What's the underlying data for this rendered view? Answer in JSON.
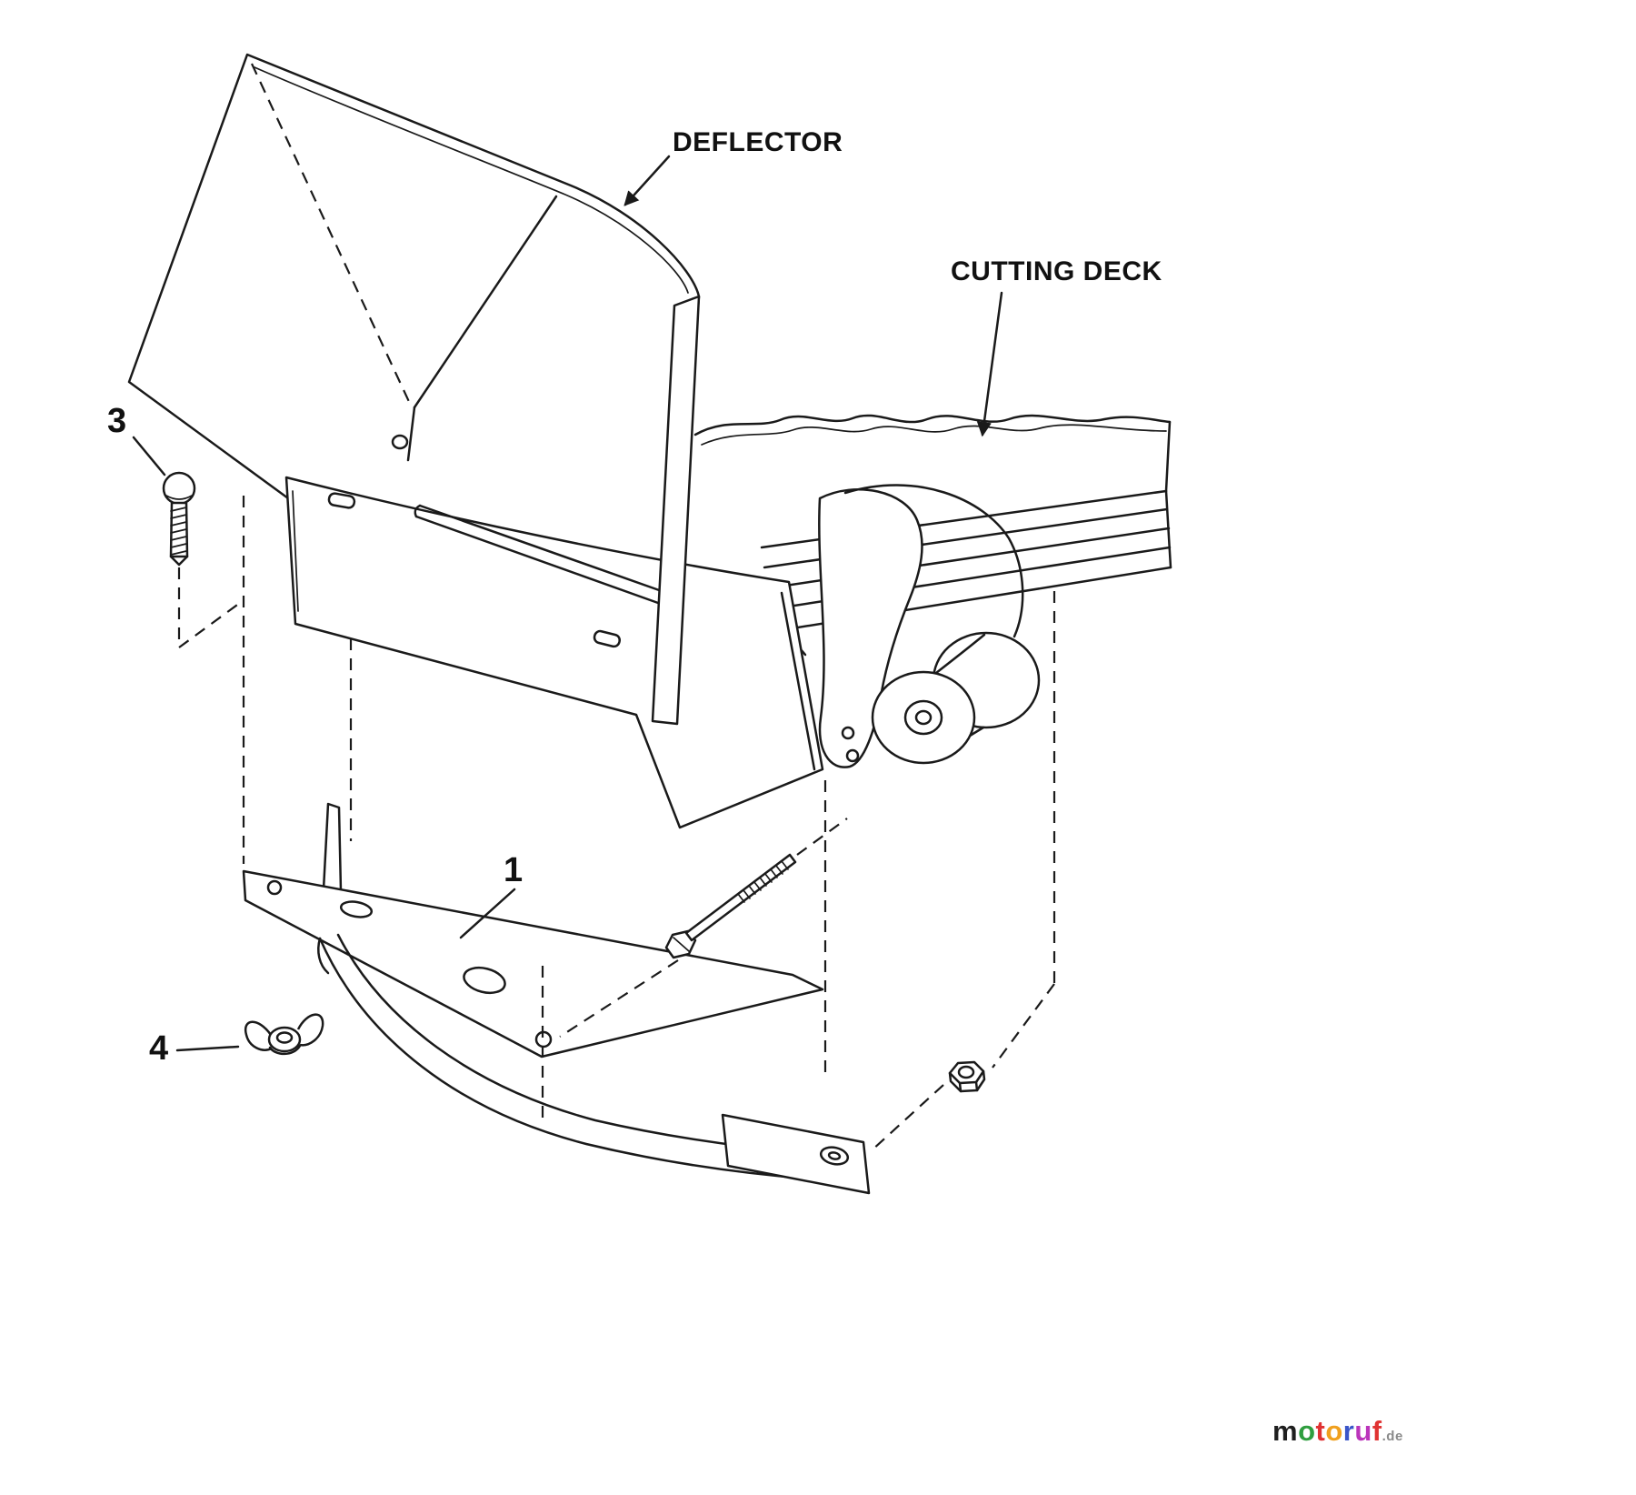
{
  "diagram": {
    "type": "exploded-parts-diagram",
    "labels": {
      "deflector": "DEFLECTOR",
      "cutting_deck": "CUTTING DECK"
    },
    "part_numbers": {
      "part_1": "1",
      "part_3": "3",
      "part_4": "4"
    },
    "colors": {
      "line": "#1a1a1a",
      "background": "#ffffff"
    },
    "watermark": {
      "letters": [
        {
          "char": "m",
          "color": "#1f1f1f"
        },
        {
          "char": "o",
          "color": "#2f9e3f"
        },
        {
          "char": "t",
          "color": "#e03232"
        },
        {
          "char": "o",
          "color": "#f0a01e"
        },
        {
          "char": "r",
          "color": "#3a55c8"
        },
        {
          "char": "u",
          "color": "#bb35bb"
        },
        {
          "char": "f",
          "color": "#e03232"
        }
      ],
      "suffix": ".de"
    }
  }
}
